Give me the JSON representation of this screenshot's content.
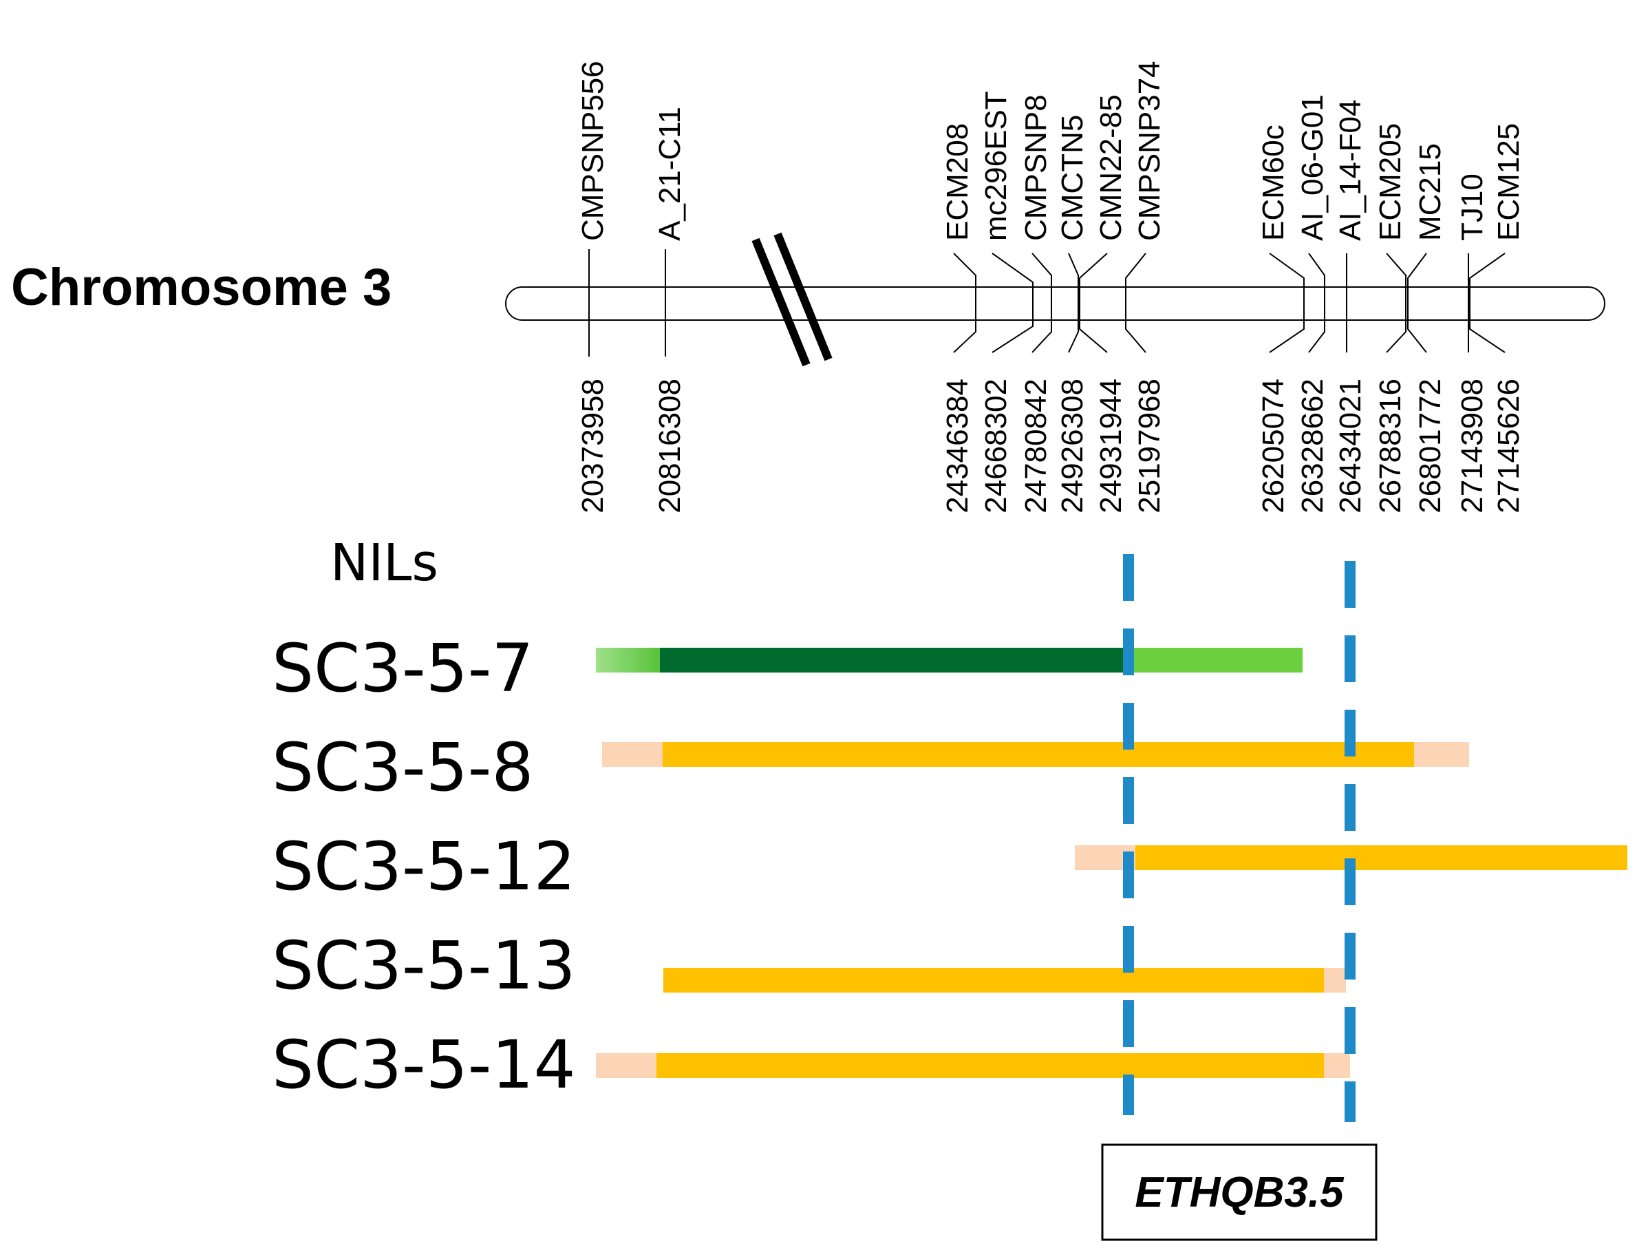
{
  "chromosome_label": "Chromosome 3",
  "nils_label": "NILs",
  "qtl_label": "ETHQB3.5",
  "markers": [
    {
      "name": "CMPSNP556",
      "position": "20373958"
    },
    {
      "name": "A_21-C11",
      "position": "20816308"
    },
    {
      "name": "ECM208",
      "position": "24346384"
    },
    {
      "name": "mc296EST",
      "position": "24668302"
    },
    {
      "name": "CMPSNP8",
      "position": "24780842"
    },
    {
      "name": "CMCTN5",
      "position": "24926308"
    },
    {
      "name": "CMN22-85",
      "position": "24931944"
    },
    {
      "name": "CMPSNP374",
      "position": "25197968"
    },
    {
      "name": "ECM60c",
      "position": "26205074"
    },
    {
      "name": "AI_06-G01",
      "position": "26328662"
    },
    {
      "name": "AI_14-F04",
      "position": "26434021"
    },
    {
      "name": "ECM205",
      "position": "26788316"
    },
    {
      "name": "MC215",
      "position": "26801772"
    },
    {
      "name": "TJ10",
      "position": "27143908"
    },
    {
      "name": "ECM125",
      "position": "27145626"
    }
  ],
  "nils": [
    {
      "name": "SC3-5-7"
    },
    {
      "name": "SC3-5-8"
    },
    {
      "name": "SC3-5-12"
    },
    {
      "name": "SC3-5-13"
    },
    {
      "name": "SC3-5-14"
    }
  ],
  "colors": {
    "introgression_yellow": "#ffc000",
    "flank_peach": "#fbd5b5",
    "introgression_darkgreen": "#006b2c",
    "flank_lightgreen": "#6ccf3e",
    "qtl_boundary_blue": "#1f8ac8",
    "chromosome_outline": "#000000"
  }
}
